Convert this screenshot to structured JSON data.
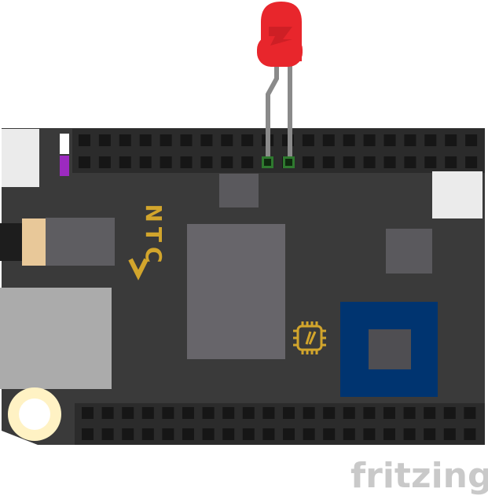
{
  "diagram": {
    "kind": "breadboard-view",
    "board": {
      "name": "NTC CHIP",
      "logo_text": "NTC",
      "colors": {
        "pcb": "#3a3a3a",
        "header_block": "#2b2b2b",
        "pin_socket": "#161616",
        "pin_hole": "#1c1c1c",
        "connector_light": "#ebebeb",
        "usb_metal": "#5e5d61",
        "usb_tab": "#e8c899",
        "audio_jack": "#ababab",
        "soc_chip": "#67656a",
        "small_chip": "#5a595d",
        "wifi_module": "#003470",
        "wifi_core": "#4f4e52",
        "logo_gold": "#d2a52c",
        "mount_hole": "#fff2c4",
        "led_purple": "#9c2ac0"
      }
    },
    "led": {
      "color_name": "red",
      "body_color": "#e8262c",
      "leg_color": "#8a8a8a",
      "pin_highlight": "#2f7a2f"
    },
    "watermark": {
      "text": "fritzing",
      "color": "#c9c9c9"
    },
    "header_rows": {
      "top_columns": 20,
      "bottom_columns": 20,
      "rows_each": 2
    }
  }
}
